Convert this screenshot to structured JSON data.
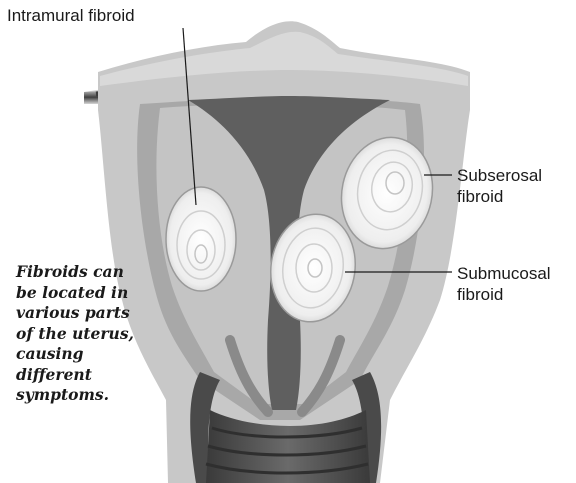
{
  "labels": {
    "intramural": "Intramural fibroid",
    "subserosal": [
      "Subserosal",
      "fibroid"
    ],
    "submucosal": [
      "Submucosal",
      "fibroid"
    ]
  },
  "caption": [
    "Fibroids can",
    "be located in",
    "various parts",
    "of the uterus,",
    "causing",
    "different",
    "symptoms."
  ],
  "colors": {
    "uterus_wall": "#c9c9c9",
    "inner_layer": "#a9a9a9",
    "cavity": "#5f5f5f",
    "fibroid": "#ececec",
    "label_text": "#1a1a1a"
  }
}
